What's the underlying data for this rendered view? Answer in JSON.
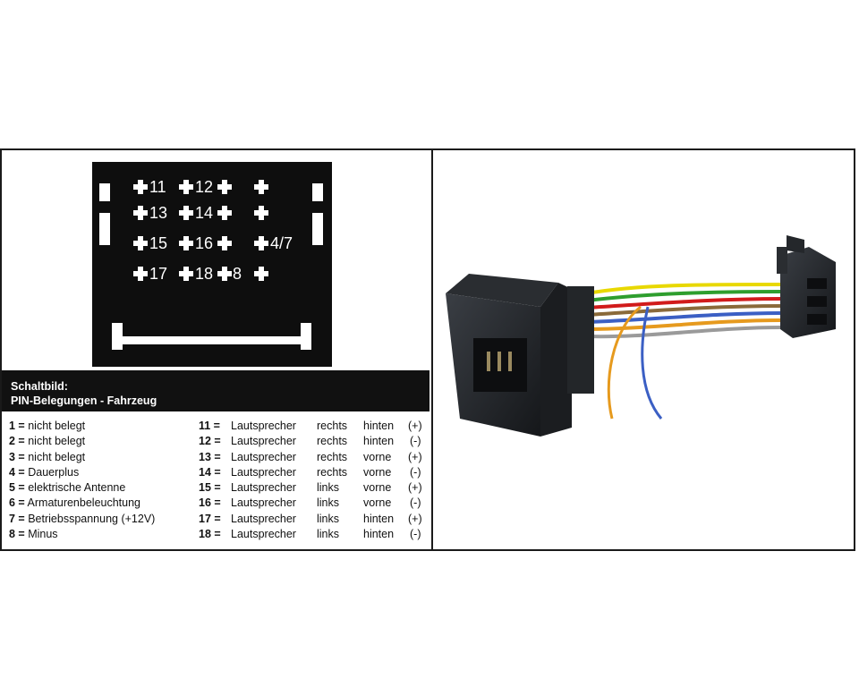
{
  "caption": {
    "title": "Schaltbild:",
    "subtitle": "PIN-Belegungen - Fahrzeug"
  },
  "connector_labels": [
    "11",
    "12",
    "13",
    "14",
    "15",
    "16",
    "4/7",
    "17",
    "18",
    "8"
  ],
  "pins_left": [
    {
      "num": "1 =",
      "desc": "nicht belegt"
    },
    {
      "num": "2 =",
      "desc": "nicht belegt"
    },
    {
      "num": "3 =",
      "desc": "nicht belegt"
    },
    {
      "num": "4 =",
      "desc": "Dauerplus"
    },
    {
      "num": "5 =",
      "desc": "elektrische Antenne"
    },
    {
      "num": "6 =",
      "desc": "Armaturenbeleuchtung"
    },
    {
      "num": "7 =",
      "desc": "Betriebsspannung (+12V)"
    },
    {
      "num": "8 =",
      "desc": "Minus"
    }
  ],
  "pins_right": [
    {
      "num": "11 =",
      "type": "Lautsprecher",
      "side": "rechts",
      "pos": "hinten",
      "pol": "(+)"
    },
    {
      "num": "12 =",
      "type": "Lautsprecher",
      "side": "rechts",
      "pos": "hinten",
      "pol": "(-)"
    },
    {
      "num": "13 =",
      "type": "Lautsprecher",
      "side": "rechts",
      "pos": "vorne",
      "pol": "(+)"
    },
    {
      "num": "14 =",
      "type": "Lautsprecher",
      "side": "rechts",
      "pos": "vorne",
      "pol": "(-)"
    },
    {
      "num": "15 =",
      "type": "Lautsprecher",
      "side": "links",
      "pos": "vorne",
      "pol": "(+)"
    },
    {
      "num": "16 =",
      "type": "Lautsprecher",
      "side": "links",
      "pos": "vorne",
      "pol": "(-)"
    },
    {
      "num": "17 =",
      "type": "Lautsprecher",
      "side": "links",
      "pos": "hinten",
      "pol": "(+)"
    },
    {
      "num": "18 =",
      "type": "Lautsprecher",
      "side": "links",
      "pos": "hinten",
      "pol": "(-)"
    }
  ],
  "wire_colors": [
    "#e8d800",
    "#2e9e2e",
    "#d11b1b",
    "#8a6a3a",
    "#3b5fc4",
    "#e69a1e",
    "#9a9a9a",
    "#ffffff"
  ]
}
